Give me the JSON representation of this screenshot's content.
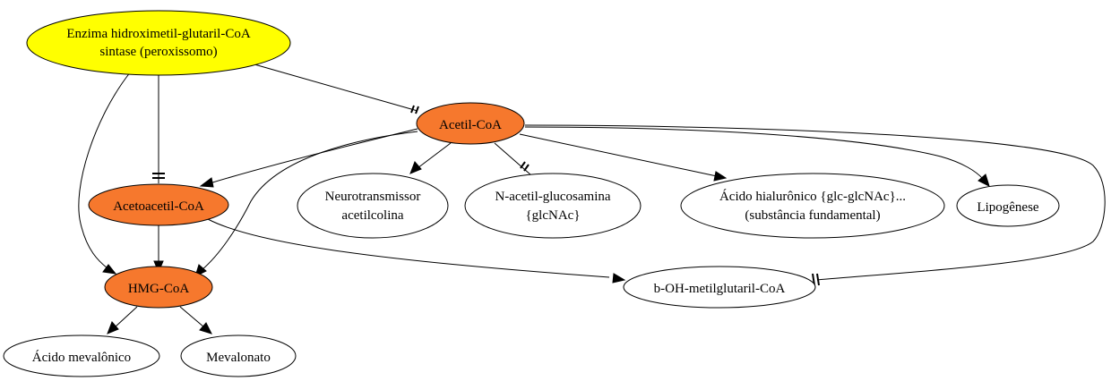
{
  "colors": {
    "enzyme_fill": "#ffff00",
    "metabolite_fill": "#f6782d",
    "product_fill": "#ffffff",
    "stroke": "#000000"
  },
  "nodes": {
    "enzyme": {
      "lines": [
        "Enzima hidroximetil-glutaril-CoA",
        "sintase (peroxissomo)"
      ]
    },
    "acetil": {
      "lines": [
        "Acetil-CoA"
      ]
    },
    "acetoacetil": {
      "lines": [
        "Acetoacetil-CoA"
      ]
    },
    "hmg": {
      "lines": [
        "HMG-CoA"
      ]
    },
    "neuro": {
      "lines": [
        "Neurotransmissor",
        "acetilcolina"
      ]
    },
    "nacetil": {
      "lines": [
        "N-acetil-glucosamina",
        "{glcNAc}"
      ]
    },
    "hialuronico": {
      "lines": [
        "Ácido hialurônico {glc-glcNAc}...",
        "(substância fundamental)"
      ]
    },
    "lipogenese": {
      "lines": [
        "Lipogênese"
      ]
    },
    "bohmg": {
      "lines": [
        "b-OH-metilglutaril-CoA"
      ]
    },
    "mevalonico": {
      "lines": [
        "Ácido mevalônico"
      ]
    },
    "mevalonato": {
      "lines": [
        "Mevalonato"
      ]
    }
  }
}
